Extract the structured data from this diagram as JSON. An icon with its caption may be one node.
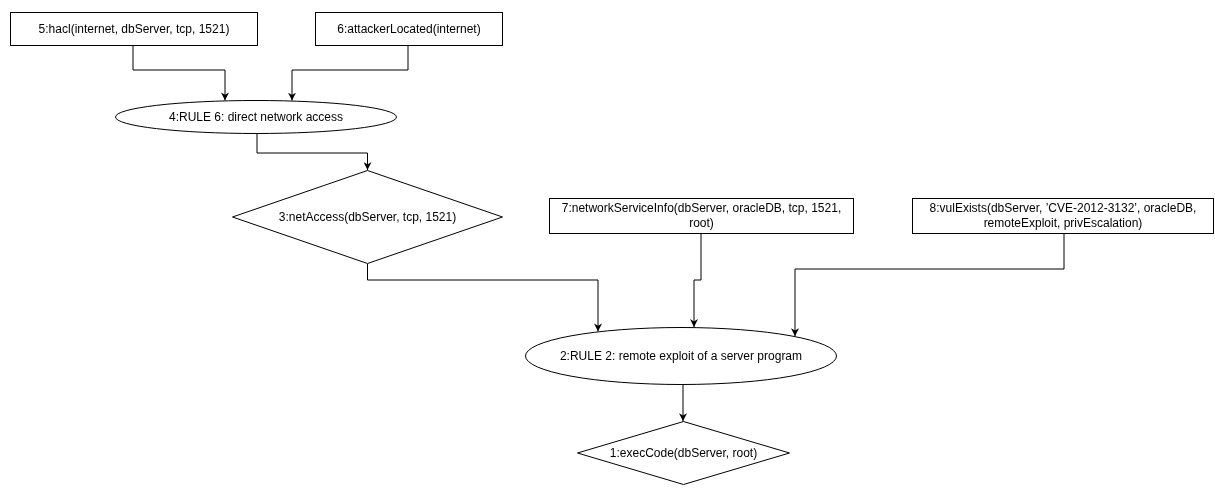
{
  "diagram": {
    "nodes": [
      {
        "text": [
          "5:hacl(internet, dbServer, tcp, 1521)"
        ]
      },
      {
        "text": [
          "6:attackerLocated(internet)"
        ]
      },
      {
        "text": [
          "4:RULE 6: direct network access"
        ]
      },
      {
        "text": [
          "3:netAccess(dbServer, tcp, 1521)"
        ]
      },
      {
        "text": [
          "7:networkServiceInfo(dbServer, oracleDB, tcp, 1521, root)"
        ]
      },
      {
        "text": [
          "8:vulExists(dbServer, ’CVE-2012-3132’, oracleDB, remoteExploit, privEscalation)"
        ]
      },
      {
        "text": [
          "2:RULE 2: remote exploit of a server program"
        ]
      },
      {
        "text": [
          "1:execCode(dbServer, root)"
        ]
      }
    ],
    "edges": [
      {
        "from": 0,
        "to": 2,
        "arrow": "to"
      },
      {
        "from": 1,
        "to": 2,
        "arrow": "to"
      },
      {
        "from": 2,
        "to": 3,
        "arrow": "to"
      },
      {
        "from": 3,
        "to": 6,
        "arrow": "to"
      },
      {
        "from": 4,
        "to": 6,
        "arrow": "to"
      },
      {
        "from": 5,
        "to": 6,
        "arrow": "to"
      },
      {
        "from": 6,
        "to": 7,
        "arrow": "to"
      }
    ]
  }
}
